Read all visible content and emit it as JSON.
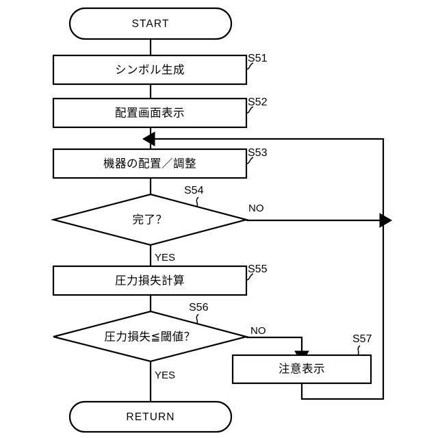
{
  "diagram": {
    "title": "Flowchart",
    "type": "flowchart",
    "language": "ja",
    "stroke_color": "#000000",
    "background_color": "#ffffff"
  },
  "nodes": {
    "start": {
      "label": "START",
      "shape": "terminator"
    },
    "s51": {
      "label": "シンボル生成",
      "tag": "S51",
      "shape": "process"
    },
    "s52": {
      "label": "配置画面表示",
      "tag": "S52",
      "shape": "process"
    },
    "s53": {
      "label": "機器の配置／調整",
      "tag": "S53",
      "shape": "process"
    },
    "s54": {
      "label": "完了？",
      "tag": "S54",
      "shape": "decision"
    },
    "s55": {
      "label": "圧力損失計算",
      "tag": "S55",
      "shape": "process"
    },
    "s56": {
      "label": "圧力損失≦閾値？",
      "tag": "S56",
      "shape": "decision"
    },
    "s57": {
      "label": "注意表示",
      "tag": "S57",
      "shape": "process"
    },
    "return": {
      "label": "RETURN",
      "shape": "terminator"
    }
  },
  "branch_labels": {
    "s54_no": "NO",
    "s54_yes": "YES",
    "s56_no": "NO",
    "s56_yes": "YES"
  }
}
